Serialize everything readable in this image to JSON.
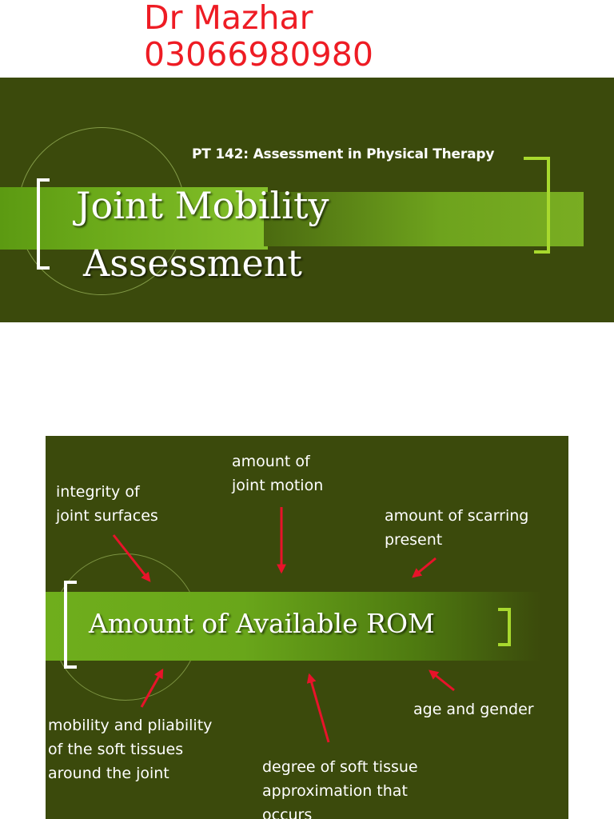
{
  "header": {
    "name": "Dr Mazhar",
    "phone": "03066980980"
  },
  "slide1": {
    "subtitle": "PT 142: Assessment in Physical Therapy",
    "title_line1": "Joint Mobility",
    "title_line2": "Assessment"
  },
  "slide2": {
    "title": "Amount of Available ROM",
    "labels": {
      "joint_motion_1": "amount of",
      "joint_motion_2": "joint motion",
      "integrity_1": "integrity of",
      "integrity_2": "joint surfaces",
      "scarring_1": "amount of scarring",
      "scarring_2": "present",
      "age_gender": "age and gender",
      "mobility_1": "mobility and pliability",
      "mobility_2": "of the soft tissues",
      "mobility_3": "around the joint",
      "degree_1": "degree of soft tissue",
      "degree_2": "approximation that",
      "degree_3": "occurs"
    },
    "arrow_color": "#e8132a"
  },
  "colors": {
    "header_text": "#ee1c24",
    "slide_background": "#3b4a0c",
    "band_green": "#6fae1c",
    "bracket_accent": "#a8d92e"
  }
}
